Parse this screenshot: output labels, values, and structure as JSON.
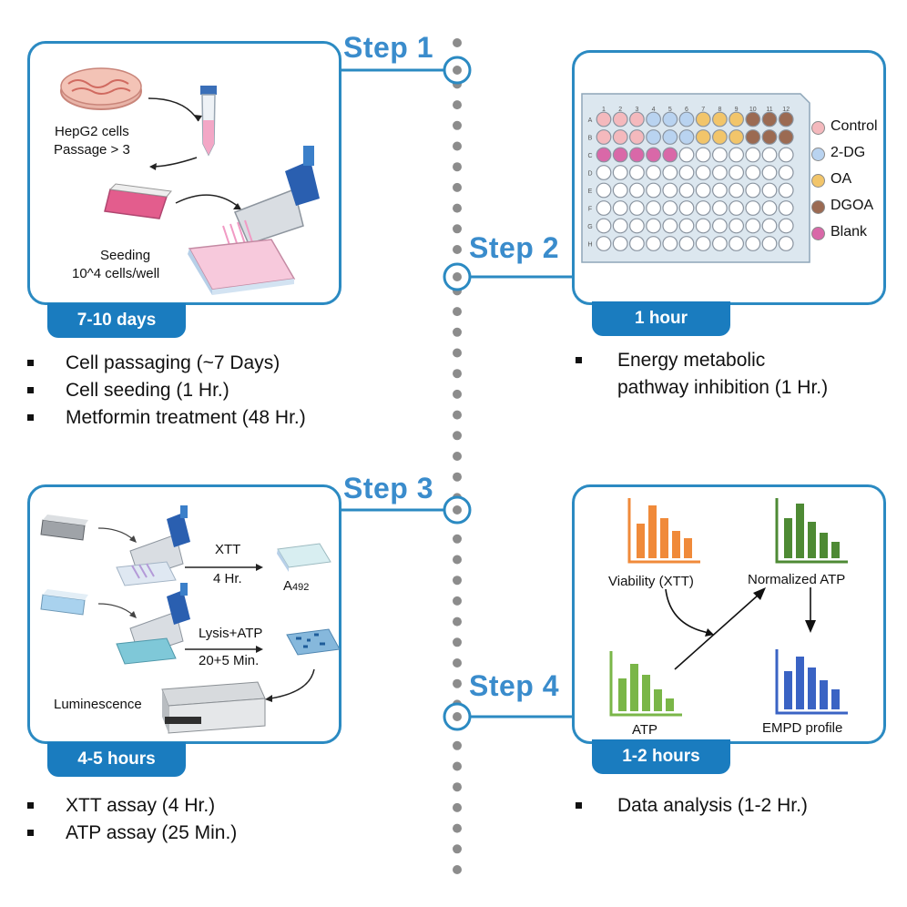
{
  "steps": [
    {
      "label": "Step 1",
      "duration": "7-10 days",
      "bullets": [
        "Cell passaging (~7 Days)",
        "Cell seeding (1 Hr.)",
        "Metformin treatment (48 Hr.)"
      ],
      "labels": {
        "cells": "HepG2 cells",
        "passage": "Passage > 3",
        "seeding": "Seeding",
        "density": "10^4 cells/well"
      }
    },
    {
      "label": "Step 2",
      "duration": "1 hour",
      "bullets": [
        "Energy metabolic pathway inhibition (1 Hr.)"
      ],
      "bullet_lines": [
        "Energy metabolic",
        "pathway inhibition (1 Hr.)"
      ],
      "plate": {
        "columns": [
          "1",
          "2",
          "3",
          "4",
          "5",
          "6",
          "7",
          "8",
          "9",
          "10",
          "11",
          "12"
        ],
        "rows": [
          "A",
          "B",
          "C",
          "D",
          "E",
          "F",
          "G",
          "H"
        ]
      },
      "legend": [
        {
          "name": "Control",
          "color": "#f4b9bd"
        },
        {
          "name": "2-DG",
          "color": "#b9d3f0"
        },
        {
          "name": "OA",
          "color": "#f2c56a"
        },
        {
          "name": "DGOA",
          "color": "#9b6a52"
        },
        {
          "name": "Blank",
          "color": "#d968a8"
        }
      ]
    },
    {
      "label": "Step 3",
      "duration": "4-5 hours",
      "bullets": [
        "XTT assay (4 Hr.)",
        "ATP assay (25 Min.)"
      ],
      "labels": {
        "xtt": "XTT",
        "xtt_time": "4 Hr.",
        "absorbance": "A492",
        "absorbance_main": "A",
        "absorbance_sub": "492",
        "lysis": "Lysis+ATP",
        "lysis_time": "20+5 Min.",
        "luminescence": "Luminescence"
      }
    },
    {
      "label": "Step 4",
      "duration": "1-2 hours",
      "bullets": [
        "Data analysis (1-2 Hr.)"
      ],
      "labels": {
        "viability": "Viability (XTT)",
        "normalized": "Normalized ATP",
        "atp": "ATP",
        "empd": "EMPD profile"
      }
    }
  ],
  "colors": {
    "accent": "#1a7cbf",
    "step_text": "#3a8ccc",
    "timeline_dot": "#8c8c8c",
    "chart_orange": "#f08a3a",
    "chart_darkgreen": "#4e8a34",
    "chart_green": "#7ab648",
    "chart_blue": "#3a63c4"
  }
}
